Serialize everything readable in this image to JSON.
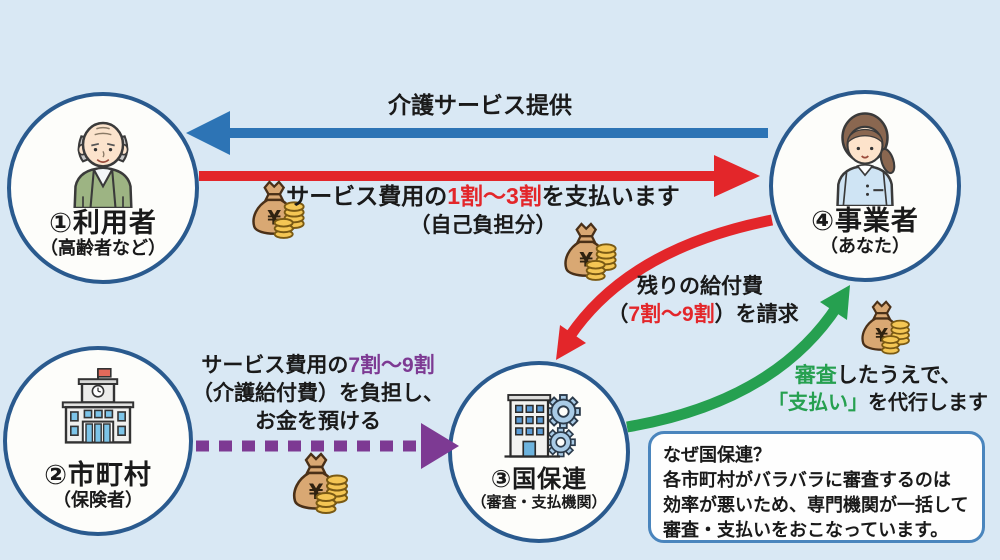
{
  "colors": {
    "background": "#d9e8f4",
    "circle_border": "#2a5a8e",
    "arrow_blue": "#2d74b5",
    "arrow_red": "#e3262a",
    "arrow_purple": "#7d3a93",
    "arrow_green": "#26a050",
    "note_border": "#4a85bd",
    "highlight_red": "#e3262a",
    "highlight_purple": "#7d3a93",
    "highlight_green": "#26a050"
  },
  "icons": {
    "currency_symbol": "¥"
  },
  "nodes": [
    {
      "title": "①利用者",
      "subtitle": "（高齢者など）",
      "icon": "elderly-man"
    },
    {
      "title": "②市町村",
      "subtitle": "（保険者）",
      "icon": "municipal-building"
    },
    {
      "title": "③国保連",
      "subtitle": "（審査・支払機関）",
      "icon": "office-building-gears"
    },
    {
      "title": "④事業者",
      "subtitle": "（あなた）",
      "icon": "care-worker"
    }
  ],
  "labels": {
    "care_service": "介護サービス提供",
    "user_payment": {
      "pre": "サービス費用の",
      "highlight": "1割〜3割",
      "post": "を支払います",
      "sub": "（自己負担分）"
    },
    "claim": {
      "line1": "残りの給付費",
      "pre": "（",
      "highlight": "7割〜9割",
      "post": "）を請求"
    },
    "deposit": {
      "pre": "サービス費用の",
      "highlight": "7割〜9割",
      "line2": "（介護給付費）を負担し、",
      "line3": "お金を預ける"
    },
    "agency": {
      "highlight1": "審査",
      "post1": "したうえで、",
      "highlight2": "「支払い」",
      "post2": "を代行します"
    }
  },
  "note": {
    "line1": "なぜ国保連？",
    "line2": "各市町村がバラバラに審査するのは",
    "line3": "効率が悪いため、専門機関が一括して",
    "line4": "審査・支払いをおこなっています。"
  }
}
